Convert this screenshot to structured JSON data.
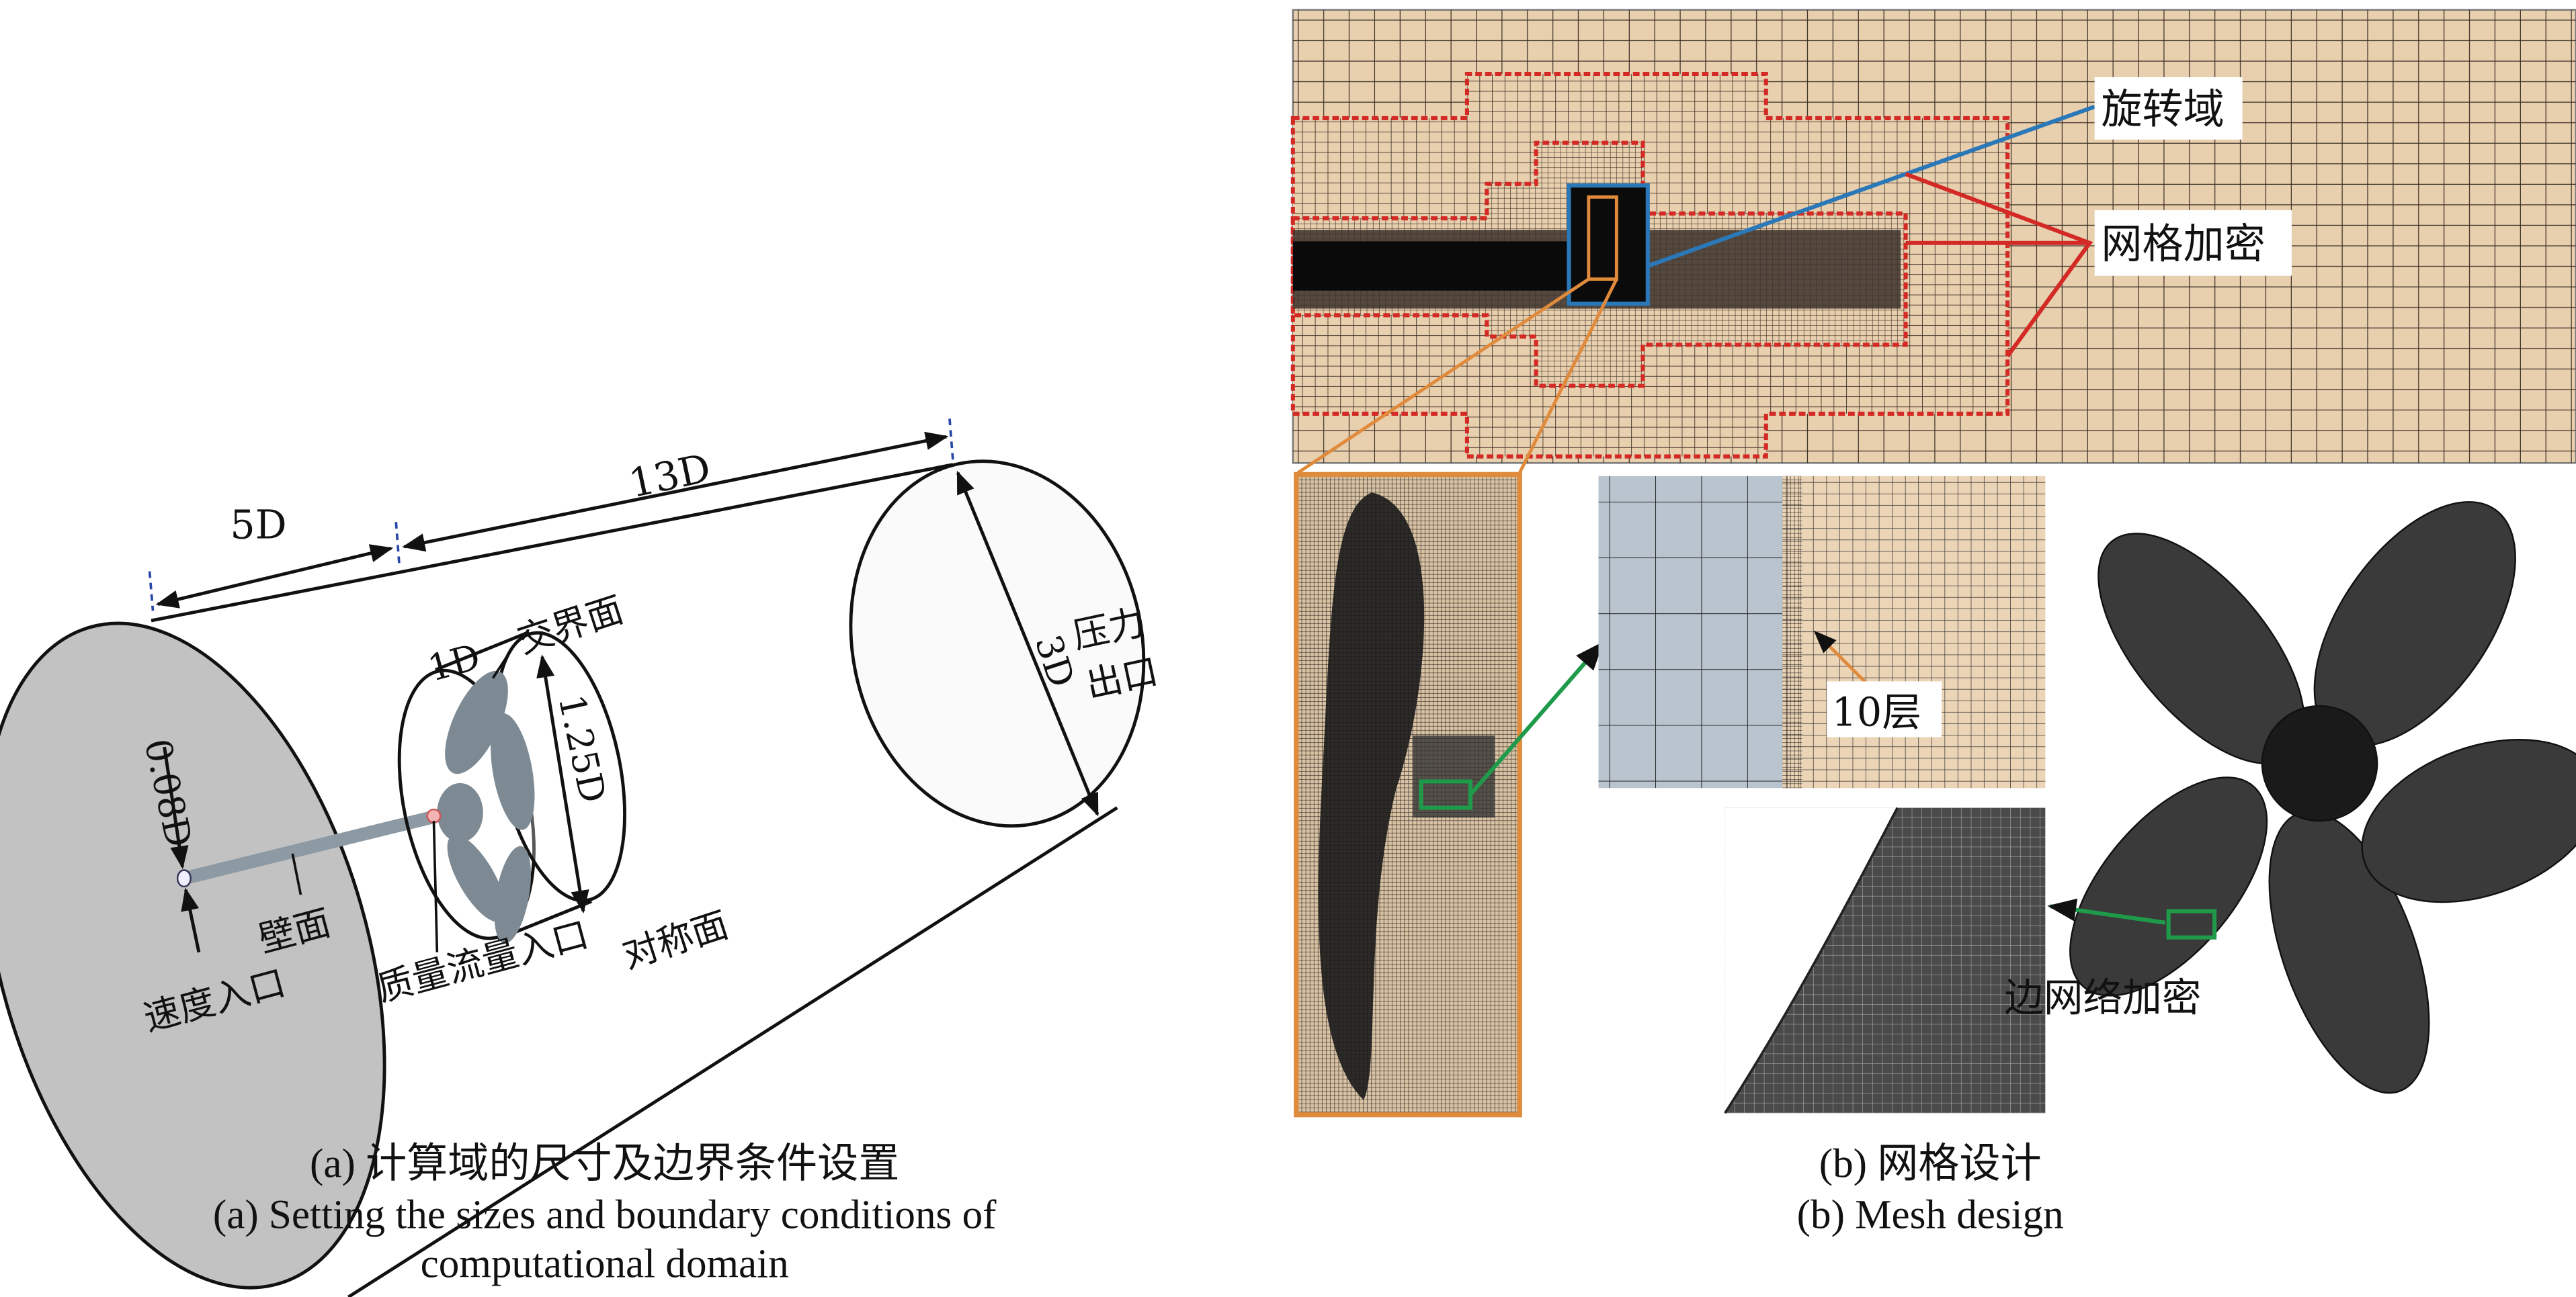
{
  "panel_a": {
    "dimensions": {
      "upstream_length": "5D",
      "downstream_length": "13D",
      "rotating_domain_length": "1D",
      "domain_diameter": "3D",
      "rotating_domain_diameter": "1.25D",
      "shaft_diameter": "0.08D"
    },
    "labels": {
      "interface": "交界面",
      "pressure_outlet_1": "压力",
      "pressure_outlet_2": "出口",
      "wall": "壁面",
      "velocity_inlet": "速度入口",
      "mass_flow_inlet": "质量流量入口",
      "symmetry_plane": "对称面"
    },
    "caption_cn": "(a) 计算域的尺寸及边界条件设置",
    "caption_en_line1": "(a) Setting the sizes and boundary conditions of",
    "caption_en_line2": "computational domain"
  },
  "panel_b": {
    "labels": {
      "rotating_domain": "旋转域",
      "mesh_refinement": "网格加密",
      "layers": "10层",
      "edge_refinement": "边网络加密"
    },
    "caption_cn": "(b) 网格设计",
    "caption_en": "(b) Mesh design"
  },
  "colors": {
    "mesh_bg": "#e8cfae",
    "refinement_outline": "#d42a26",
    "rotating_domain_outline": "#2a78b8",
    "zoom_outline": "#e08a3c",
    "callout_green": "#1f9a4a",
    "inlet_gray": "#c2c2c2"
  }
}
